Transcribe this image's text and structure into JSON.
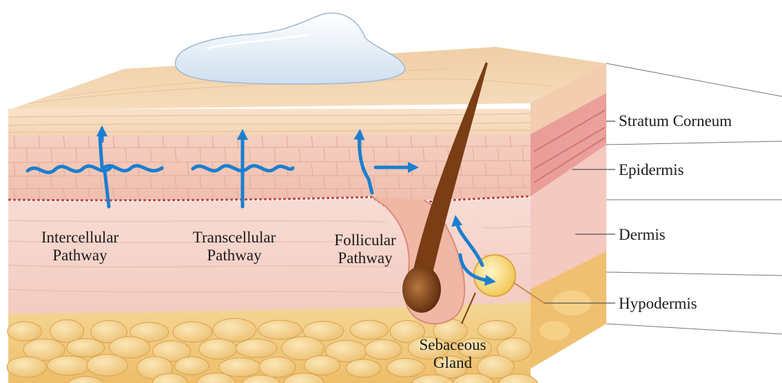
{
  "layers": {
    "stratum_corneum": "Stratum Corneum",
    "epidermis": "Epidermis",
    "dermis": "Dermis",
    "hypodermis": "Hypodermis"
  },
  "pathways": {
    "intercellular": {
      "line1": "Intercellular",
      "line2": "Pathway"
    },
    "transcellular": {
      "line1": "Transcellular",
      "line2": "Pathway"
    },
    "follicular": {
      "line1": "Follicular",
      "line2": "Pathway"
    }
  },
  "gland": {
    "line1": "Sebaceous",
    "line2": "Gland"
  },
  "colors": {
    "arrow": "#1a7fd0",
    "stratum": "#f3d4ad",
    "epidermis": "#f2c4b4",
    "dermis": "#f6d3cb",
    "fat": "#f2cc7e",
    "hair": "#7a3d14",
    "cream": "#dfeaf6"
  }
}
